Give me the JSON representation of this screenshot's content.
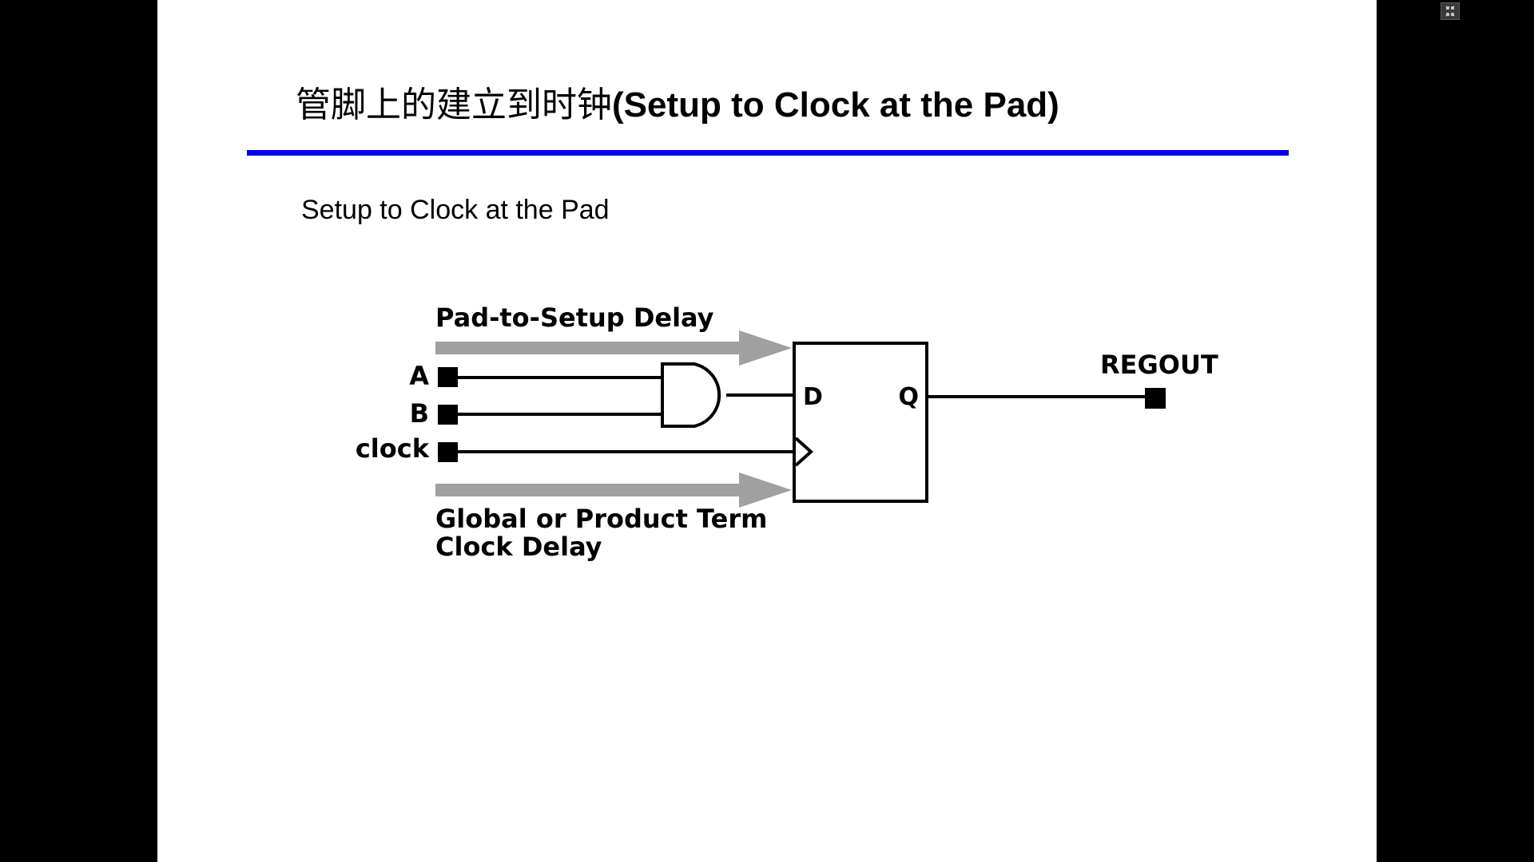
{
  "slide": {
    "title_cn": "管脚上的建立到时钟",
    "title_en": "(Setup to Clock at the Pad)",
    "subtitle": "Setup to Clock at the Pad"
  },
  "diagram": {
    "pad_to_setup_label": "Pad-to-Setup Delay",
    "input_a": "A",
    "input_b": "B",
    "input_clock": "clock",
    "ff_d": "D",
    "ff_q": "Q",
    "output_label": "REGOUT",
    "clock_delay_line1": "Global or Product Term",
    "clock_delay_line2": "Clock Delay"
  },
  "viewer": {
    "exit_fullscreen_icon": "exit-fullscreen-icon"
  },
  "colors": {
    "background": "#000000",
    "slide": "#ffffff",
    "title_rule": "#0000ee",
    "delay_arrow": "#a0a0a0"
  }
}
